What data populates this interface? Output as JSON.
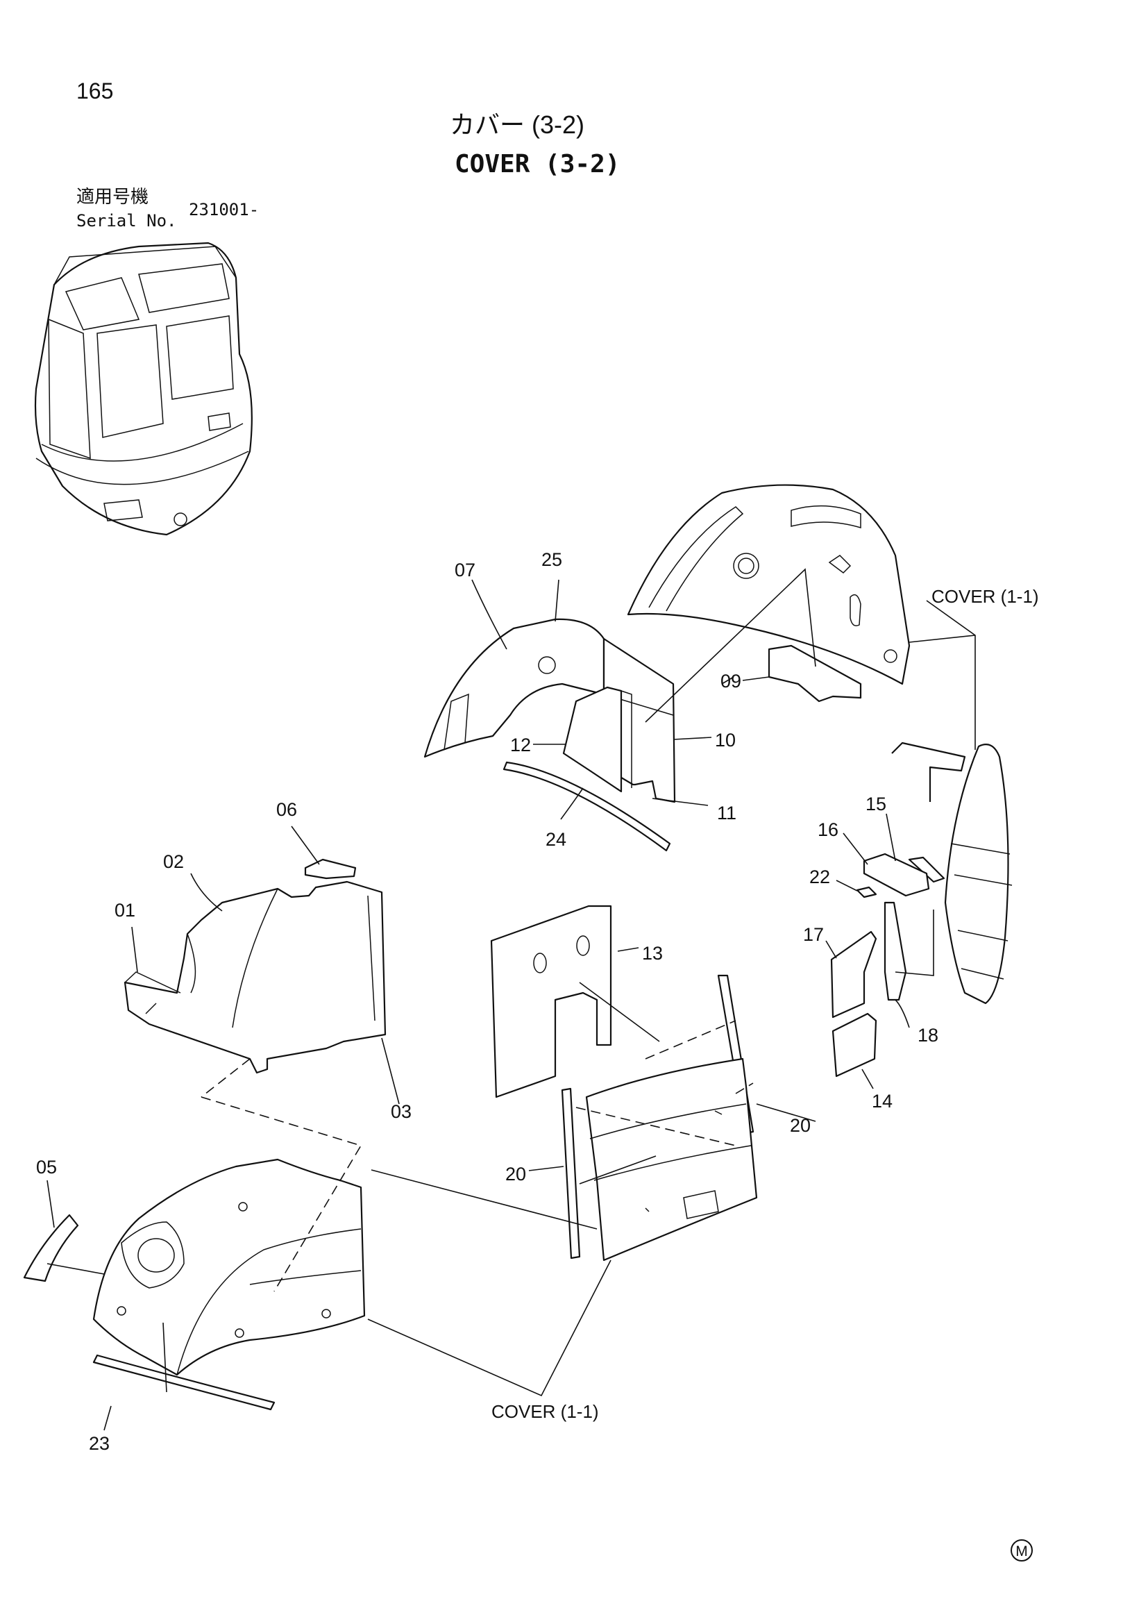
{
  "page_number": "165",
  "title_jp": "カバー (3-2)",
  "title_en": "COVER (3-2)",
  "serial": {
    "label_jp": "適用号機",
    "label_en": "Serial No.",
    "value": "231001-"
  },
  "references": {
    "cover_top": "COVER (1-1)",
    "cover_bottom": "COVER (1-1)"
  },
  "callouts": [
    "01",
    "02",
    "03",
    "05",
    "06",
    "07",
    "09",
    "10",
    "11",
    "12",
    "13",
    "14",
    "15",
    "16",
    "17",
    "18",
    "20",
    "20",
    "22",
    "23",
    "24",
    "25"
  ],
  "mark": "M"
}
